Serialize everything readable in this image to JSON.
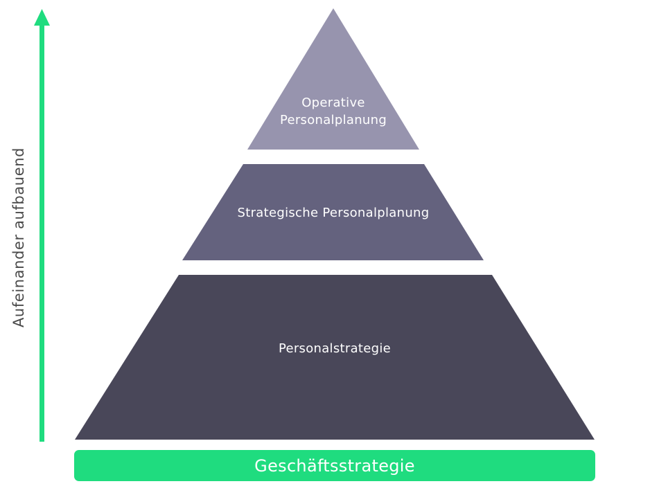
{
  "colors": {
    "accent": "#1fdc7f",
    "level_top": "#9794ae",
    "level_middle": "#64627e",
    "level_bottom": "#494759",
    "axis_text": "#4a4a4a"
  },
  "axis": {
    "label": "Aufeinander aufbauend"
  },
  "levels": {
    "top": {
      "line1": "Operative",
      "line2": "Personalplanung"
    },
    "middle": {
      "label": "Strategische Personalplanung"
    },
    "bottom": {
      "label": "Personalstrategie"
    }
  },
  "base": {
    "label": "Geschäftsstrategie"
  }
}
